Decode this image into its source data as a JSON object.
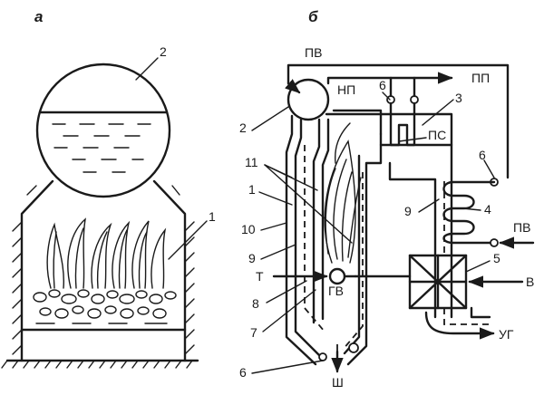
{
  "panel_a": {
    "title": "а",
    "labels": {
      "drum": "2",
      "fuel": "1"
    }
  },
  "panel_b": {
    "title": "б",
    "labels": {
      "feedwater_top": "ПВ",
      "superheated_steam": "ПП",
      "lower_drum_top": "НП",
      "drum": "2",
      "valve_top": "6",
      "pipe3": "3",
      "steam_superheater": "ПС",
      "screen_tubes": "11",
      "valve_right": "6",
      "furnace": "1",
      "economizer_pipe": "9",
      "economizer": "4",
      "feedwater_right": "ПВ",
      "downcomer": "10",
      "riser": "9",
      "air_heater": "5",
      "fuel": "Т",
      "burner": "ГВ",
      "air": "В",
      "pipe8": "8",
      "pipe7": "7",
      "flue_gas": "УГ",
      "valve_bottom": "6",
      "slag": "Ш"
    }
  }
}
